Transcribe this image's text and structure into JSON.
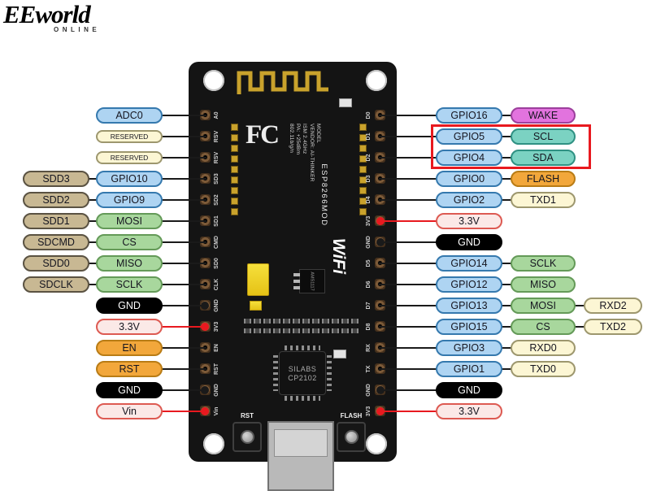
{
  "logo": {
    "brand": "EEworld",
    "sub": "ONLINE"
  },
  "palette": {
    "board": "#141414",
    "antenna_gold": "#c9a22c",
    "wire_black": "#1a1a1a",
    "wire_red": "#e8191f",
    "highlight": "#e8191f",
    "blue_fill": "#aed4f2",
    "blue_border": "#3579ae",
    "tan_fill": "#c8b893",
    "tan_border": "#5a5242",
    "green_fill": "#a8d79d",
    "green_border": "#649a58",
    "black_fill": "#000000",
    "black_text": "#ffffff",
    "pink_fill": "#fbe9e7",
    "pink_border": "#dd5a52",
    "orange_fill": "#f2a73b",
    "orange_border": "#b97c15",
    "magenta_fill": "#e273de",
    "magenta_border": "#9c3f9c",
    "teal_fill": "#7bd2c2",
    "teal_border": "#2f9183",
    "cream_fill": "#fcf6d4",
    "cream_border": "#9d976e"
  },
  "board": {
    "fcc_mark": "FC",
    "module_info_lines": [
      "MODEL",
      "VENDOR: AI-THINKER",
      "ISM 2.4GHz",
      "PA: +25dBm",
      "802.11b/g/n"
    ],
    "module_name": "ESP8266MOD",
    "wifi_logo": "WiFi",
    "regulator_label": "AMS1117",
    "usb_chip_lines": [
      "SILABS",
      "CP2102"
    ],
    "rst_button_label": "RST",
    "flash_button_label": "FLASH",
    "left_edge_labels": [
      "A0",
      "RSV",
      "RSV",
      "SD3",
      "SD2",
      "SD1",
      "CMD",
      "SD0",
      "CLK",
      "GND",
      "3V3",
      "EN",
      "RST",
      "GND",
      "Vin"
    ],
    "right_edge_labels": [
      "D0",
      "D1",
      "D2",
      "D3",
      "D4",
      "3V3",
      "GND",
      "D5",
      "D6",
      "D7",
      "D8",
      "RX",
      "TX",
      "GND",
      "3V3"
    ]
  },
  "left_rows": [
    {
      "cells": [
        {
          "text": "ADC0",
          "kind": "blue"
        }
      ],
      "wire": "black"
    },
    {
      "cells": [
        {
          "text": "RESERVED",
          "kind": "cream",
          "small": true
        }
      ],
      "wire": "black"
    },
    {
      "cells": [
        {
          "text": "RESERVED",
          "kind": "cream",
          "small": true
        }
      ],
      "wire": "black"
    },
    {
      "cells": [
        {
          "text": "SDD3",
          "kind": "tan"
        },
        {
          "text": "GPIO10",
          "kind": "blue"
        }
      ],
      "wire": "black"
    },
    {
      "cells": [
        {
          "text": "SDD2",
          "kind": "tan"
        },
        {
          "text": "GPIO9",
          "kind": "blue"
        }
      ],
      "wire": "black"
    },
    {
      "cells": [
        {
          "text": "SDD1",
          "kind": "tan"
        },
        {
          "text": "MOSI",
          "kind": "green"
        }
      ],
      "wire": "black"
    },
    {
      "cells": [
        {
          "text": "SDCMD",
          "kind": "tan"
        },
        {
          "text": "CS",
          "kind": "green"
        }
      ],
      "wire": "black"
    },
    {
      "cells": [
        {
          "text": "SDD0",
          "kind": "tan"
        },
        {
          "text": "MISO",
          "kind": "green"
        }
      ],
      "wire": "black"
    },
    {
      "cells": [
        {
          "text": "SDCLK",
          "kind": "tan"
        },
        {
          "text": "SCLK",
          "kind": "green"
        }
      ],
      "wire": "black"
    },
    {
      "cells": [
        {
          "text": "GND",
          "kind": "black"
        }
      ],
      "wire": "black",
      "dot": "black"
    },
    {
      "cells": [
        {
          "text": "3.3V",
          "kind": "pink"
        }
      ],
      "wire": "red",
      "dot": "red"
    },
    {
      "cells": [
        {
          "text": "EN",
          "kind": "orange"
        }
      ],
      "wire": "black"
    },
    {
      "cells": [
        {
          "text": "RST",
          "kind": "orange"
        }
      ],
      "wire": "black"
    },
    {
      "cells": [
        {
          "text": "GND",
          "kind": "black"
        }
      ],
      "wire": "black",
      "dot": "black"
    },
    {
      "cells": [
        {
          "text": "Vin",
          "kind": "pink"
        }
      ],
      "wire": "red",
      "dot": "red"
    }
  ],
  "right_rows": [
    {
      "cells": [
        {
          "text": "GPIO16",
          "kind": "blue"
        },
        {
          "text": "WAKE",
          "kind": "magenta"
        }
      ],
      "wire": "black"
    },
    {
      "cells": [
        {
          "text": "GPIO5",
          "kind": "blue"
        },
        {
          "text": "SCL",
          "kind": "teal"
        }
      ],
      "wire": "black",
      "highlight": true
    },
    {
      "cells": [
        {
          "text": "GPIO4",
          "kind": "blue"
        },
        {
          "text": "SDA",
          "kind": "teal"
        }
      ],
      "wire": "black",
      "highlight": true
    },
    {
      "cells": [
        {
          "text": "GPIO0",
          "kind": "blue"
        },
        {
          "text": "FLASH",
          "kind": "orange"
        }
      ],
      "wire": "black"
    },
    {
      "cells": [
        {
          "text": "GPIO2",
          "kind": "blue"
        },
        {
          "text": "TXD1",
          "kind": "cream"
        }
      ],
      "wire": "black"
    },
    {
      "cells": [
        {
          "text": "3.3V",
          "kind": "pink"
        }
      ],
      "wire": "red",
      "dot": "red"
    },
    {
      "cells": [
        {
          "text": "GND",
          "kind": "black"
        }
      ],
      "wire": "black",
      "dot": "black"
    },
    {
      "cells": [
        {
          "text": "GPIO14",
          "kind": "blue"
        },
        {
          "text": "SCLK",
          "kind": "green"
        }
      ],
      "wire": "black"
    },
    {
      "cells": [
        {
          "text": "GPIO12",
          "kind": "blue"
        },
        {
          "text": "MISO",
          "kind": "green"
        }
      ],
      "wire": "black"
    },
    {
      "cells": [
        {
          "text": "GPIO13",
          "kind": "blue"
        },
        {
          "text": "MOSI",
          "kind": "green"
        },
        {
          "text": "RXD2",
          "kind": "cream"
        }
      ],
      "wire": "black"
    },
    {
      "cells": [
        {
          "text": "GPIO15",
          "kind": "blue"
        },
        {
          "text": "CS",
          "kind": "green"
        },
        {
          "text": "TXD2",
          "kind": "cream"
        }
      ],
      "wire": "black"
    },
    {
      "cells": [
        {
          "text": "GPIO3",
          "kind": "blue"
        },
        {
          "text": "RXD0",
          "kind": "cream"
        }
      ],
      "wire": "black"
    },
    {
      "cells": [
        {
          "text": "GPIO1",
          "kind": "blue"
        },
        {
          "text": "TXD0",
          "kind": "cream"
        }
      ],
      "wire": "black"
    },
    {
      "cells": [
        {
          "text": "GND",
          "kind": "black"
        }
      ],
      "wire": "black",
      "dot": "black"
    },
    {
      "cells": [
        {
          "text": "3.3V",
          "kind": "pink"
        }
      ],
      "wire": "red",
      "dot": "red"
    }
  ]
}
